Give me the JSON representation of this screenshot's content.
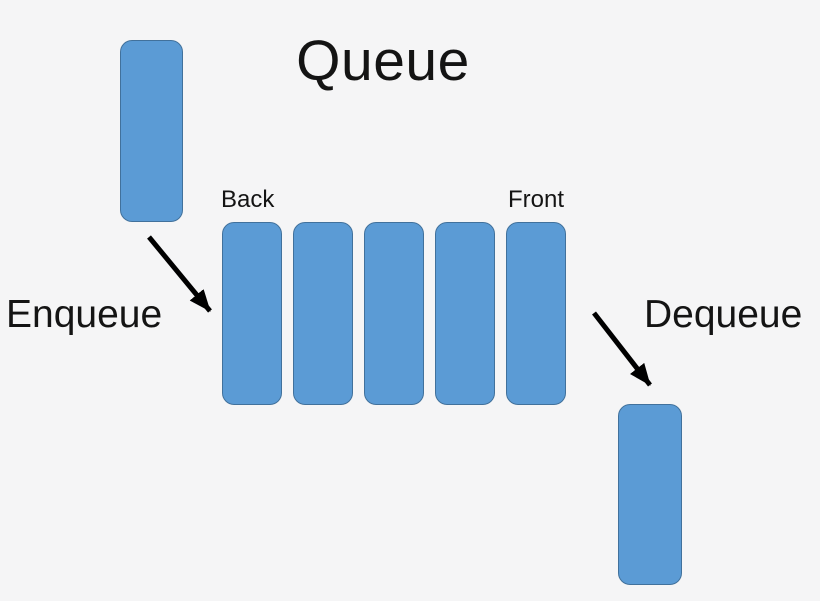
{
  "diagram": {
    "title": "Queue",
    "colors": {
      "background": "#f5f5f6",
      "text": "#141414",
      "arrow": "#000000",
      "node_fill": "#5b9bd5",
      "node_border": "#41719c"
    },
    "labels": {
      "back": "Back",
      "front": "Front",
      "enqueue": "Enqueue",
      "dequeue": "Dequeue"
    },
    "queue": {
      "cell_count": 5
    }
  }
}
